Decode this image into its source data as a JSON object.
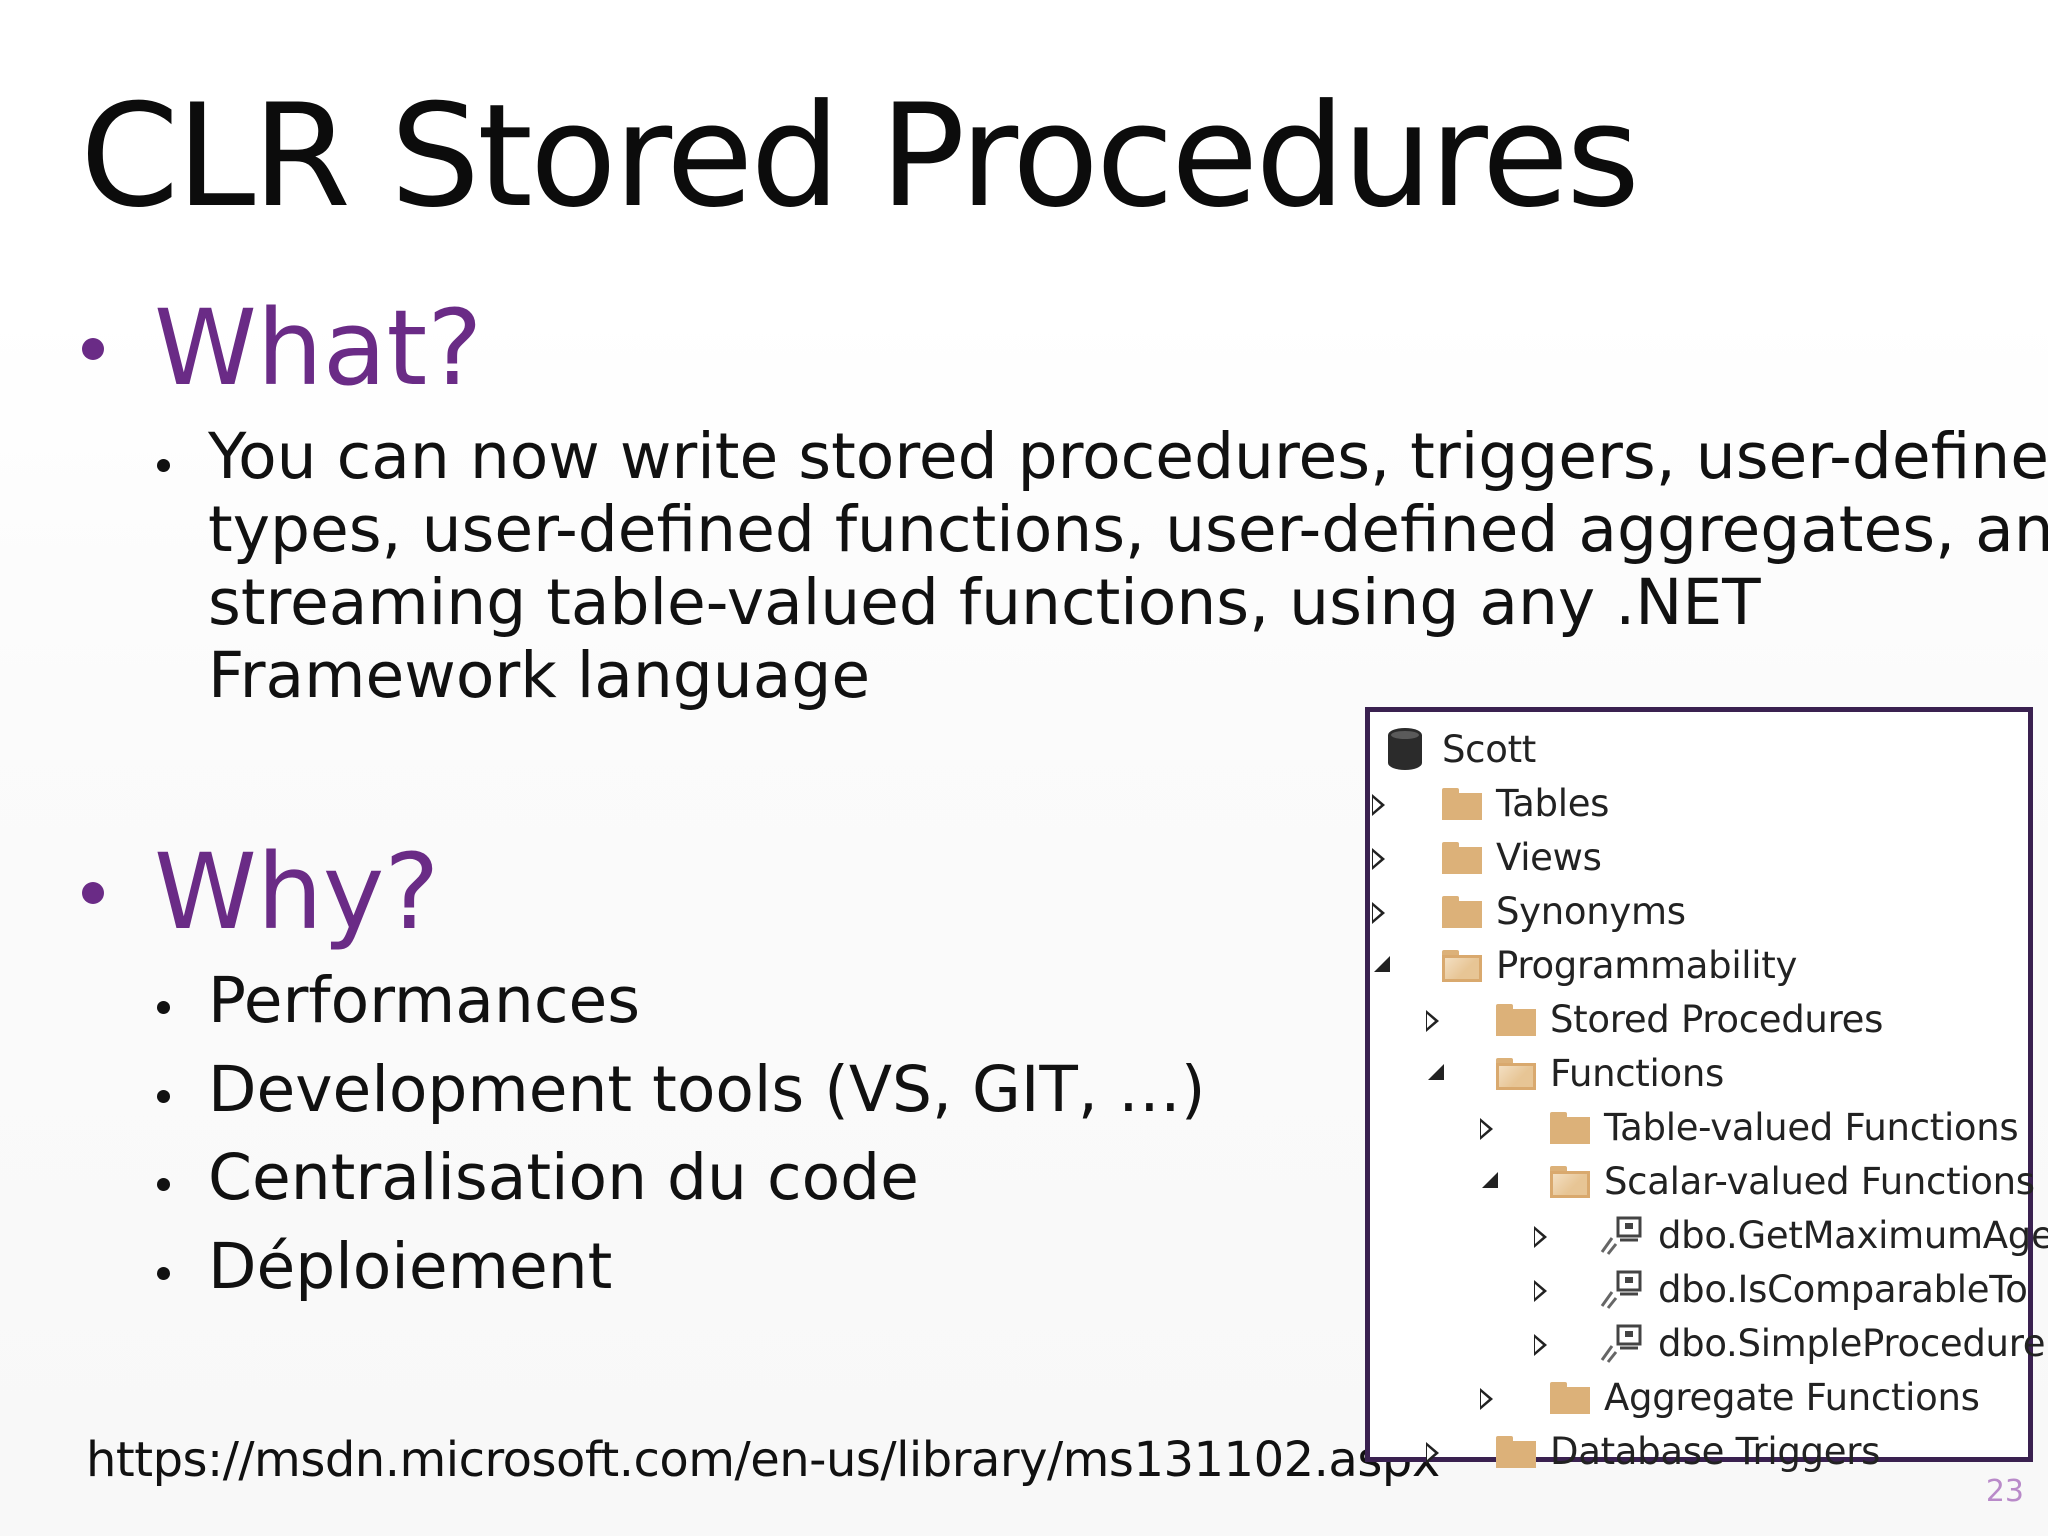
{
  "slide": {
    "title": "CLR Stored Procedures",
    "what": {
      "heading": "What?",
      "lines": [
        "You can now write stored procedures, triggers, user-defined",
        "types, user-defined functions, user-defined aggregates, and",
        "streaming table-valued functions, using any .NET",
        "Framework language"
      ]
    },
    "why": {
      "heading": "Why?",
      "items": [
        "Performances",
        "Development tools (VS, GIT, …)",
        "Centralisation du code",
        "Déploiement"
      ]
    },
    "source_url": "https://msdn.microsoft.com/en-us/library/ms131102.aspx",
    "page_number": "23"
  },
  "object_explorer": {
    "nodes": [
      {
        "label": "Scott",
        "icon": "database-icon",
        "state": "none"
      },
      {
        "label": "Tables",
        "icon": "folder-icon",
        "state": "collapsed"
      },
      {
        "label": "Views",
        "icon": "folder-icon",
        "state": "collapsed"
      },
      {
        "label": "Synonyms",
        "icon": "folder-icon",
        "state": "collapsed"
      },
      {
        "label": "Programmability",
        "icon": "open-folder-icon",
        "state": "expanded"
      },
      {
        "label": "Stored Procedures",
        "icon": "folder-icon",
        "state": "collapsed"
      },
      {
        "label": "Functions",
        "icon": "open-folder-icon",
        "state": "expanded"
      },
      {
        "label": "Table-valued Functions",
        "icon": "folder-icon",
        "state": "collapsed"
      },
      {
        "label": "Scalar-valued Functions",
        "icon": "open-folder-icon",
        "state": "expanded"
      },
      {
        "label": "dbo.GetMaximumAge",
        "icon": "function-icon",
        "state": "collapsed"
      },
      {
        "label": "dbo.IsComparableTo",
        "icon": "function-icon",
        "state": "collapsed"
      },
      {
        "label": "dbo.SimpleProcedure",
        "icon": "function-icon",
        "state": "collapsed"
      },
      {
        "label": "Aggregate Functions",
        "icon": "folder-icon",
        "state": "collapsed"
      },
      {
        "label": "Database Triggers",
        "icon": "folder-icon",
        "state": "collapsed"
      }
    ]
  },
  "colors": {
    "accent_purple": "#6a2b86",
    "folder": "#dcb179",
    "panel_border": "#3a2150"
  }
}
